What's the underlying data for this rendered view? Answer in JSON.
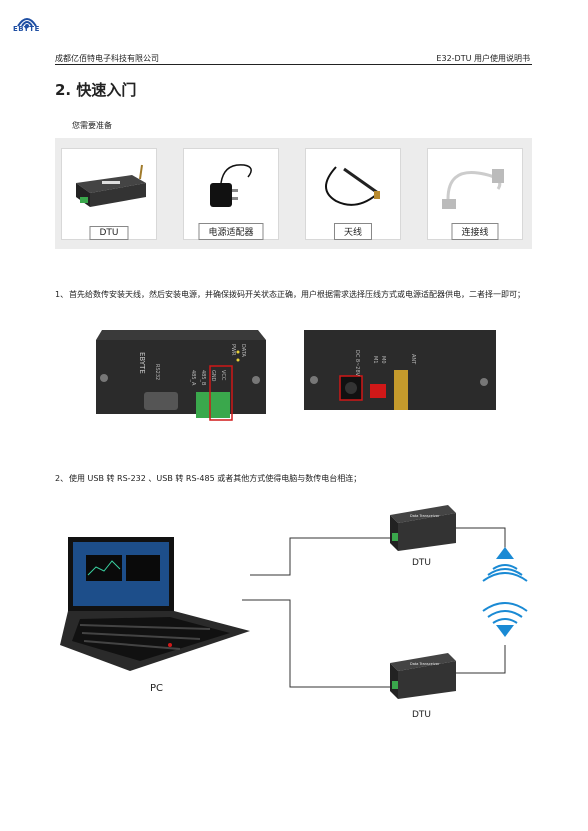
{
  "logo": {
    "text": "EBYTE"
  },
  "header": {
    "company": "成都亿佰特电子科技有限公司",
    "doc_title": "E32-DTU 用户使用说明书"
  },
  "section": {
    "title": "2.  快速入门"
  },
  "prep_label": "您需要准备",
  "items": [
    {
      "label": "DTU",
      "icon": "dtu-device"
    },
    {
      "label": "电源适配器",
      "icon": "power-adapter"
    },
    {
      "label": "天线",
      "icon": "antenna"
    },
    {
      "label": "连接线",
      "icon": "serial-cable"
    }
  ],
  "steps": [
    {
      "num": "1、",
      "text": "首先给数传安装天线，然后安装电源，并确保拨码开关状态正确，用户根据需求选择压线方式或电源适配器供电，二者择一即可；"
    },
    {
      "num": "2、",
      "text": "使用 USB 转 RS-232 、USB 转 RS-485 或者其他方式使得电脑与数传电台相连；"
    }
  ],
  "photo1": {
    "brand": "EBYTE",
    "port": "RS232",
    "pins": [
      "485_A",
      "485_B",
      "GND",
      "VCC"
    ],
    "status": [
      "PWR",
      "DATA"
    ]
  },
  "photo2": {
    "labels": [
      "ANT",
      "M0",
      "M1",
      "DC 8~28V"
    ]
  },
  "diagram": {
    "pc_label": "PC",
    "dtu_top_label": "DTU",
    "dtu_bottom_label": "DTU",
    "device_text": "Data Transceiver"
  },
  "colors": {
    "brand_blue": "#1f4fa3",
    "wire": "#333333",
    "wireless": "#1a8ad4",
    "highlight": "#d01818"
  }
}
